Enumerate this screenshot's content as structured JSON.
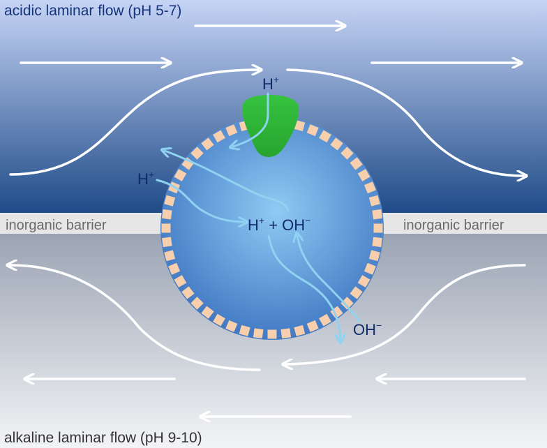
{
  "regions": {
    "top_label": "acidic laminar flow (pH 5-7)",
    "bottom_label": "alkaline laminar flow (pH 9-10)",
    "barrier_left": "inorganic barrier",
    "barrier_right": "inorganic barrier"
  },
  "ions": {
    "proton_top": {
      "base": "H",
      "sup": "+"
    },
    "proton_left": {
      "base": "H",
      "sup": "+"
    },
    "reaction": {
      "h": "H",
      "h_sup": "+",
      "plus": " + OH",
      "oh_sup": "−"
    },
    "hydroxide": {
      "base": "OH",
      "sup": "−"
    }
  },
  "colors": {
    "acid_top": "#c6d4f5",
    "acid_bottom": "#1f4b88",
    "alkaline_top": "#9ba4b4",
    "alkaline_bottom": "#f3f4f6",
    "barrier": "#e6e6e6",
    "sphere_center": "#8fcaf3",
    "sphere_edge": "#3f76c2",
    "membrane_square": "#f8cfac",
    "protein": "#27a52f",
    "ion_path": "#8fd2f2",
    "flow_arrow": "#ffffff",
    "ion_text": "#102a6a"
  },
  "icons": {
    "protein": "membrane-protein-icon",
    "arrow": "flow-arrow-icon"
  }
}
